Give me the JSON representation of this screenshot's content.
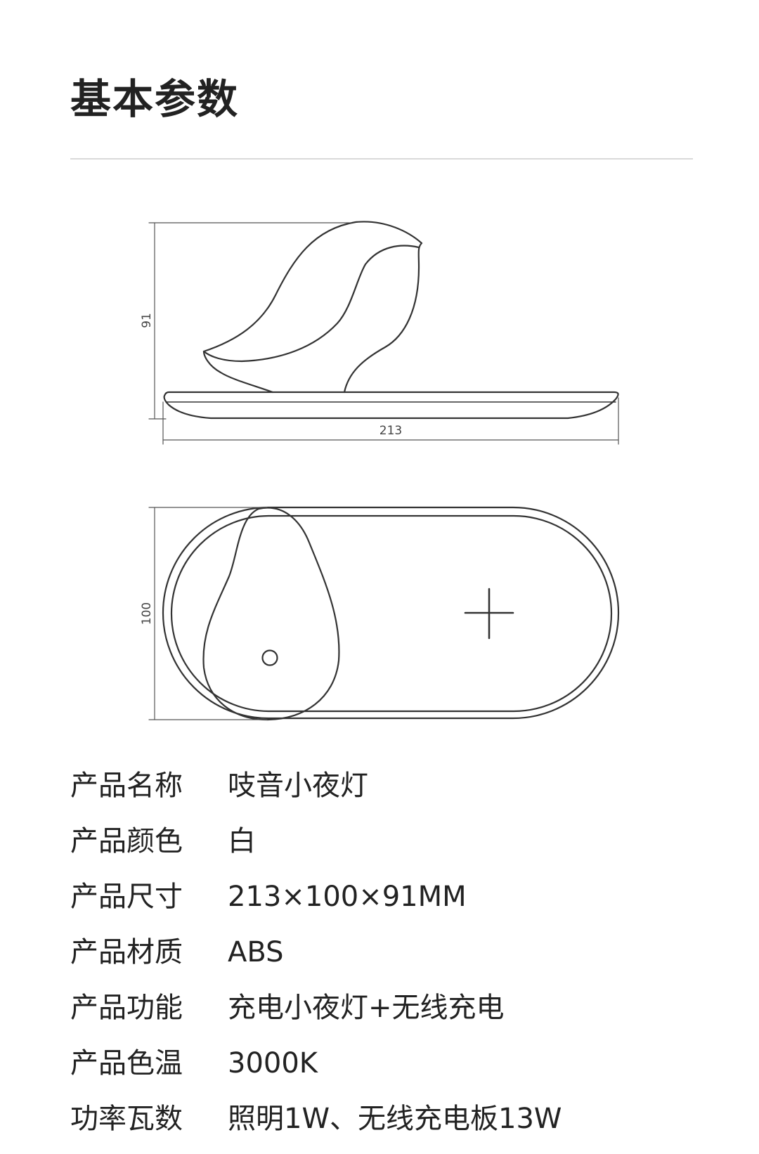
{
  "section": {
    "title": "基本参数"
  },
  "dimensions": {
    "side_height": "91",
    "side_length": "213",
    "top_depth": "100"
  },
  "specs": [
    {
      "label": "产品名称",
      "value": "吱音小夜灯"
    },
    {
      "label": "产品颜色",
      "value": "白"
    },
    {
      "label": "产品尺寸",
      "value": "213×100×91MM"
    },
    {
      "label": "产品材质",
      "value": "ABS"
    },
    {
      "label": "产品功能",
      "value": "充电小夜灯+无线充电"
    },
    {
      "label": "产品色温",
      "value": "3000K"
    },
    {
      "label": "功率瓦数",
      "value": "照明1W、无线充电板13W"
    }
  ],
  "colors": {
    "text": "#222222",
    "divider": "#d9d9d9",
    "line_art": "#333333"
  }
}
